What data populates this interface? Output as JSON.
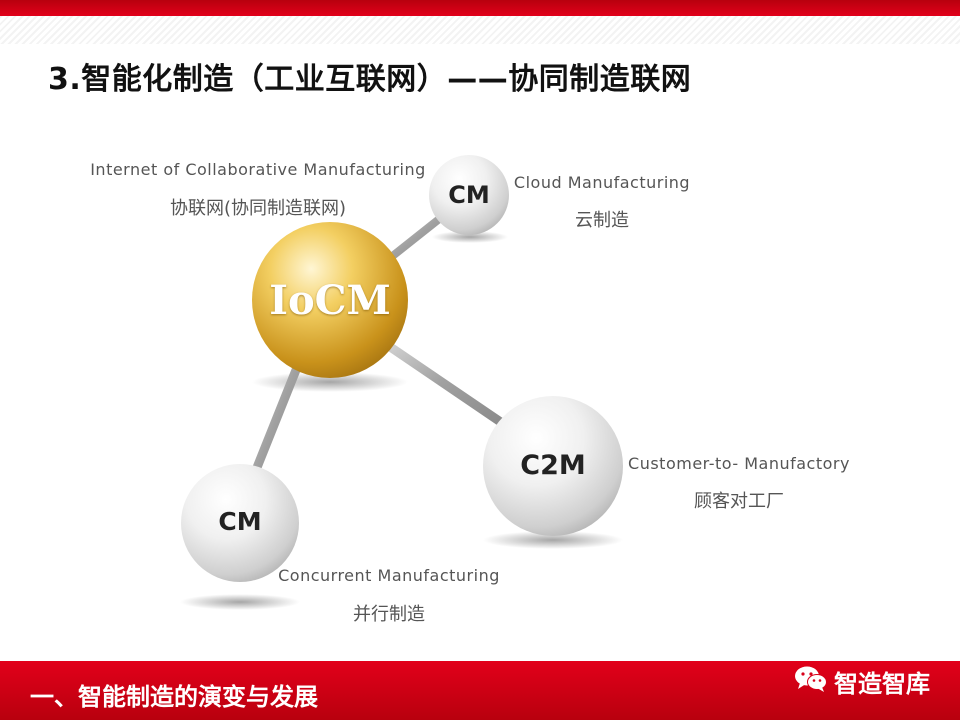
{
  "slide": {
    "title": "3.智能化制造（工业互联网）——协同制造联网"
  },
  "diagram": {
    "hub": {
      "label": "IoCM",
      "name_en": "Internet of  Collaborative  Manufacturing",
      "name_zh": "协联网(协同制造联网)"
    },
    "nodes": [
      {
        "label": "CM",
        "name_en": "Cloud  Manufacturing",
        "name_zh": "云制造"
      },
      {
        "label": "C2M",
        "name_en": "Customer-to- Manufactory",
        "name_zh": "顾客对工厂"
      },
      {
        "label": "CM",
        "name_en": "Concurrent  Manufacturing",
        "name_zh": "并行制造"
      }
    ],
    "colors": {
      "hub": "#d4a021",
      "node": "#e6e6e6",
      "connector": "#9c9c9c"
    }
  },
  "footer": {
    "section_title": "一、智能制造的演变与发展",
    "brand_name": "智造智库",
    "brand_icon": "wechat-icon"
  },
  "theme": {
    "accent": "#d8001a"
  }
}
